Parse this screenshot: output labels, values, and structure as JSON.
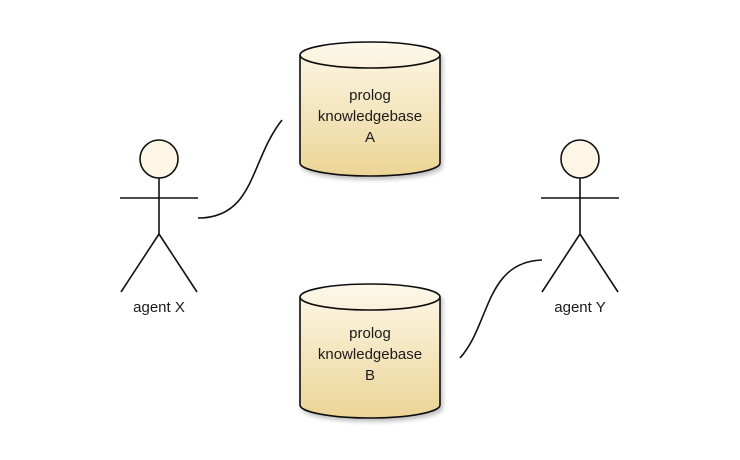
{
  "diagram": {
    "colors": {
      "db_fill_top": "#fdf8e9",
      "db_fill_bottom": "#ecd598",
      "stroke": "#111111",
      "actor_head_fill": "#fdf6e6"
    },
    "knowledgebase_a": {
      "line1": "prolog",
      "line2": "knowledgebase",
      "line3": "A"
    },
    "knowledgebase_b": {
      "line1": "prolog",
      "line2": "knowledgebase",
      "line3": "B"
    },
    "agent_x": {
      "label": "agent X"
    },
    "agent_y": {
      "label": "agent Y"
    }
  }
}
